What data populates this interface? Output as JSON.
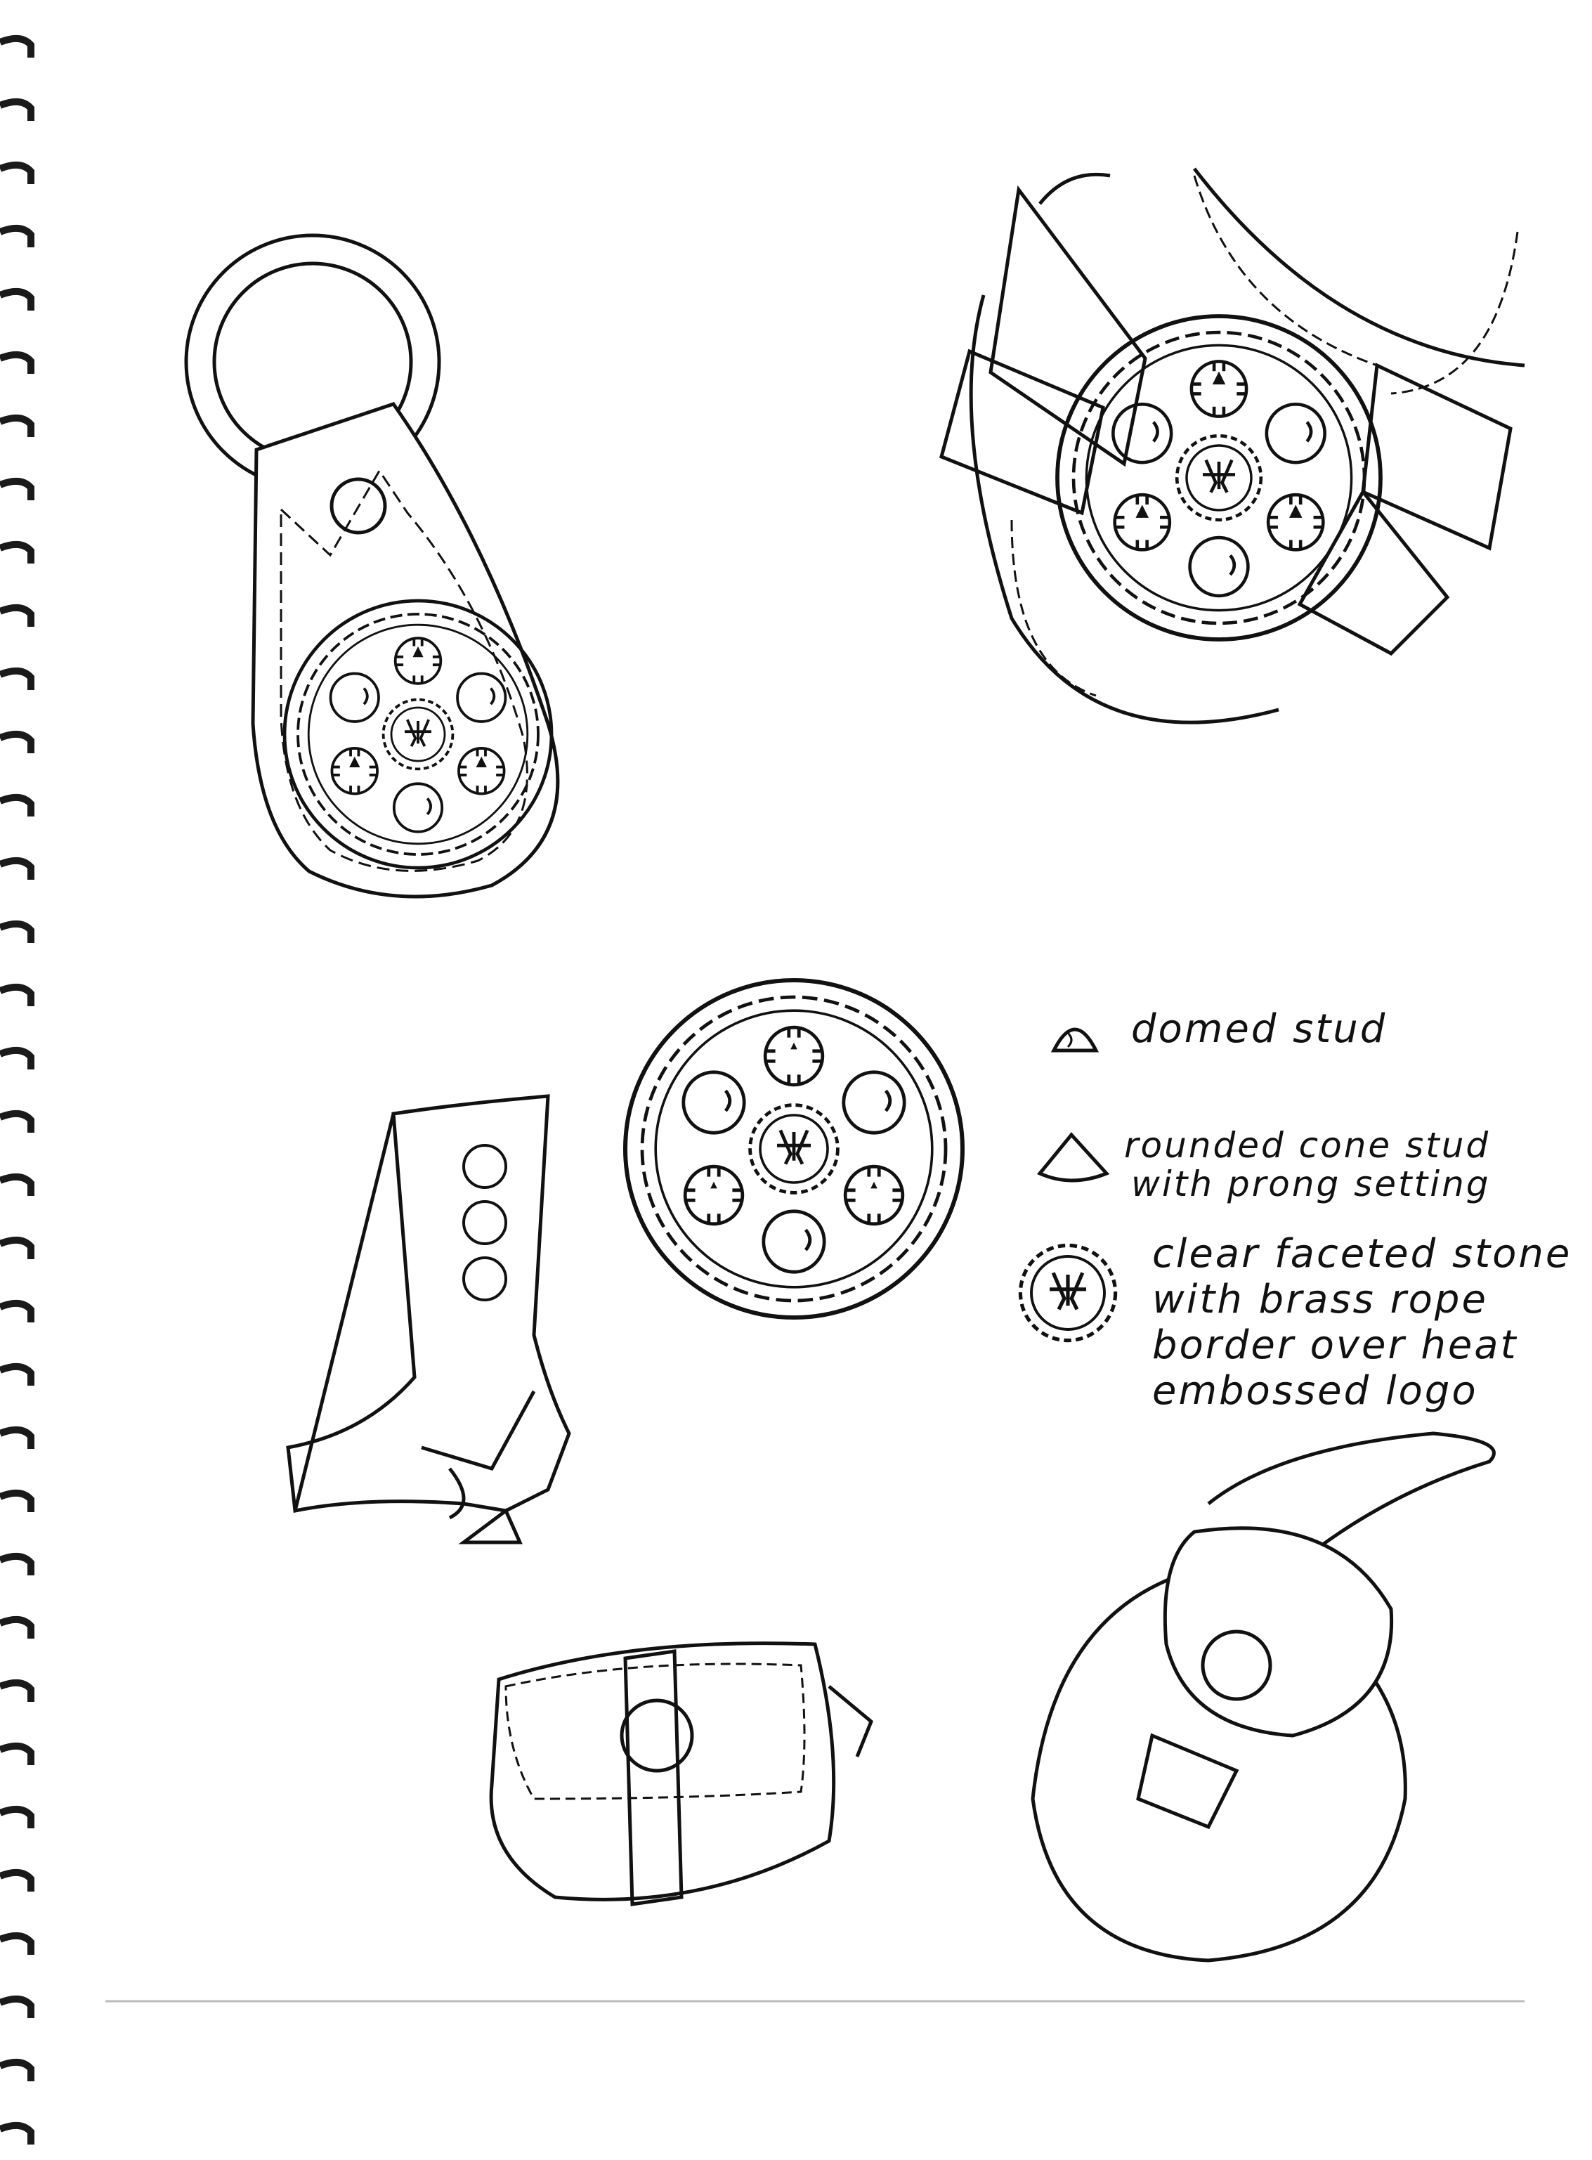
{
  "legend": {
    "domed_stud": "domed stud",
    "cone_stud": [
      "rounded cone stud",
      "with prong setting"
    ],
    "stone": [
      "clear faceted stone",
      "with brass rope",
      "border over heat",
      "embossed logo"
    ]
  },
  "colors": {
    "ink": "#111111",
    "paper": "#ffffff",
    "spiral": "#1a1a1a"
  },
  "icons": [
    "spiral-binding",
    "key-fob-sketch",
    "bag-closure-sketch",
    "medallion-sketch",
    "boot-sketch",
    "clutch-bag-sketch",
    "round-bag-sketch"
  ]
}
